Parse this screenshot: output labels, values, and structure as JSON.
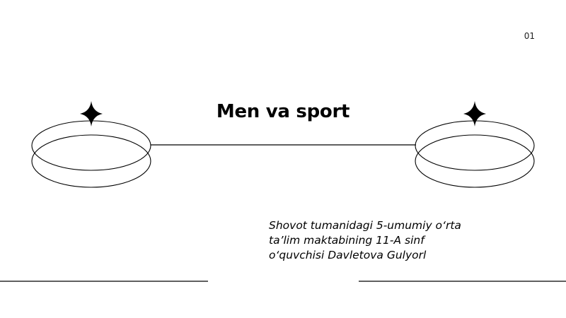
{
  "slide": {
    "number": "01",
    "title": "Men va sport",
    "subtitle_lines": [
      "Shovot tumanidagi 5-umumiy o‘rta",
      "ta’lim maktabining 11-A sinf",
      "o‘quvchisi Davletova Gulyorl"
    ]
  },
  "icons": {
    "left_ring": "ring-icon",
    "right_ring": "ring-icon",
    "left_star": "four-point-star-icon",
    "right_star": "four-point-star-icon"
  },
  "colors": {
    "background": "#ffffff",
    "ink": "#000000"
  }
}
